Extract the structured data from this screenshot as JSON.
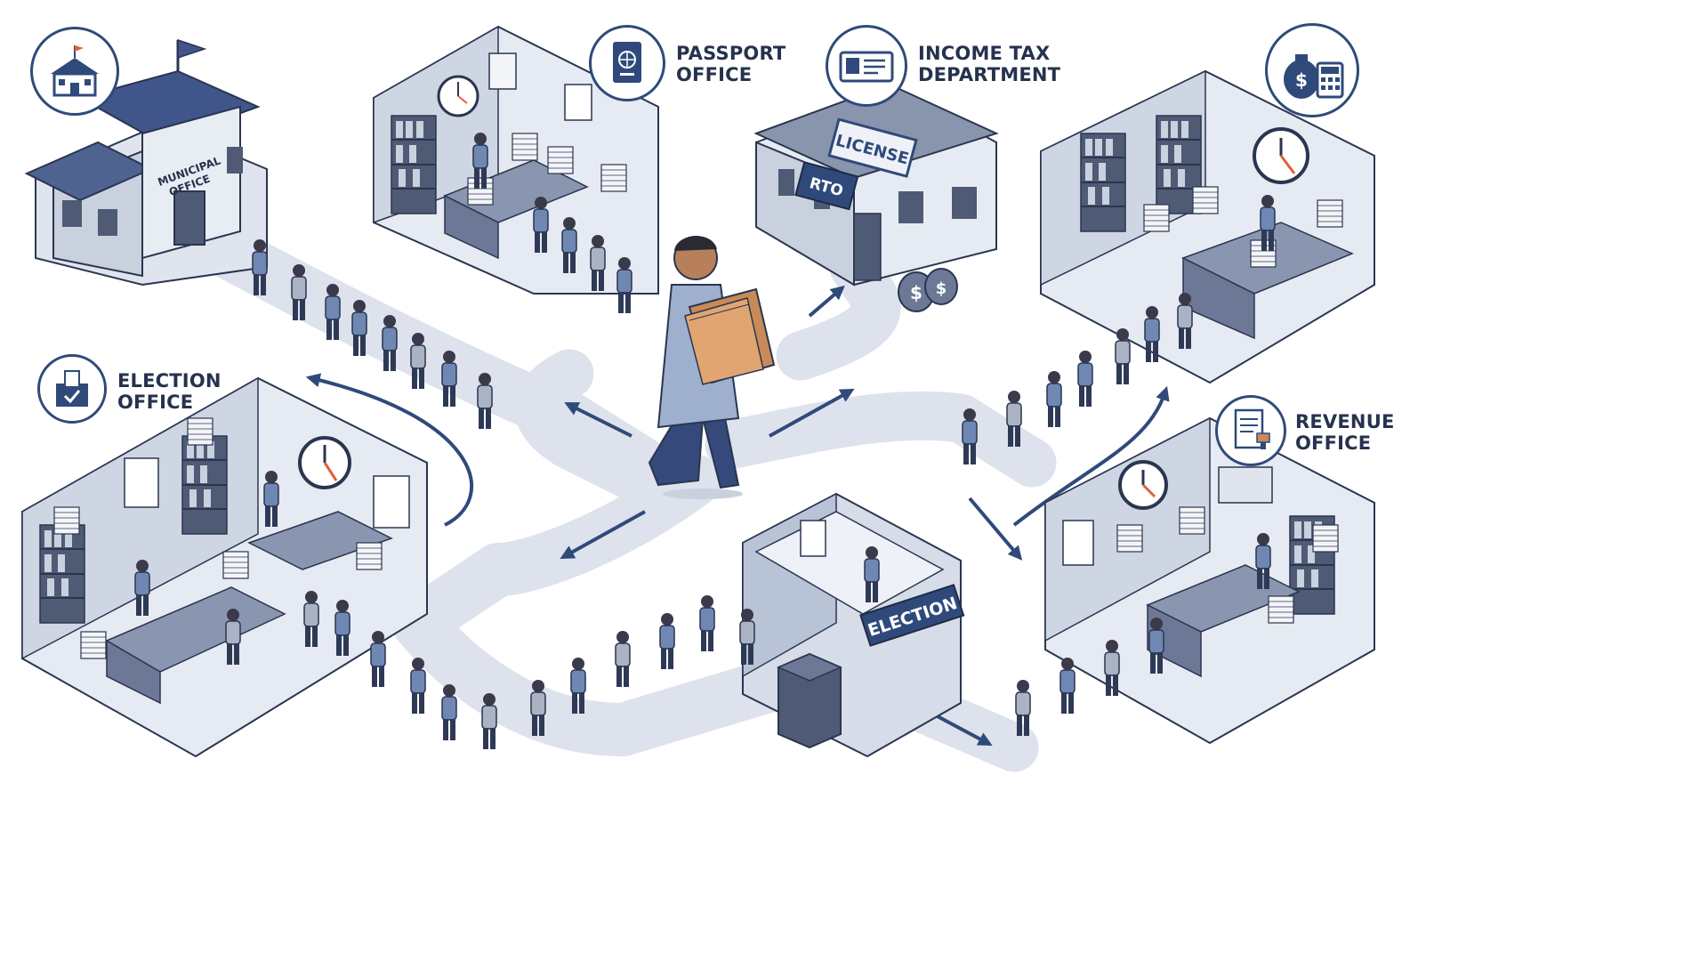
{
  "labels": {
    "passport": [
      "PASSPORT",
      "OFFICE"
    ],
    "income_tax": [
      "INCOME TAX",
      "DEPARTMENT"
    ],
    "election_office": [
      "ELECTION",
      "OFFICE"
    ],
    "revenue": [
      "REVENUE",
      "OFFICE"
    ]
  },
  "signs": {
    "municipal": [
      "MUNICIPAL",
      "OFFICE"
    ],
    "license": "LICENSE",
    "rto": "RTO",
    "election_booth": "ELECTION",
    "money_symbol": "$"
  },
  "colors": {
    "navy": "#2f4a7a",
    "wall_light": "#e6eaf2",
    "wall_mid": "#b9c3d6",
    "path": "#dde2ec",
    "arrow": "#2f4a7a",
    "clock_hand": "#e0603a",
    "folder": "#c98a57"
  },
  "icons": {
    "municipal": "building-icon",
    "passport": "passport-icon",
    "income_tax": "id-card-icon",
    "revenue_top": "money-bag-calculator-icon",
    "election": "ballot-box-icon",
    "revenue": "document-stamp-icon"
  }
}
